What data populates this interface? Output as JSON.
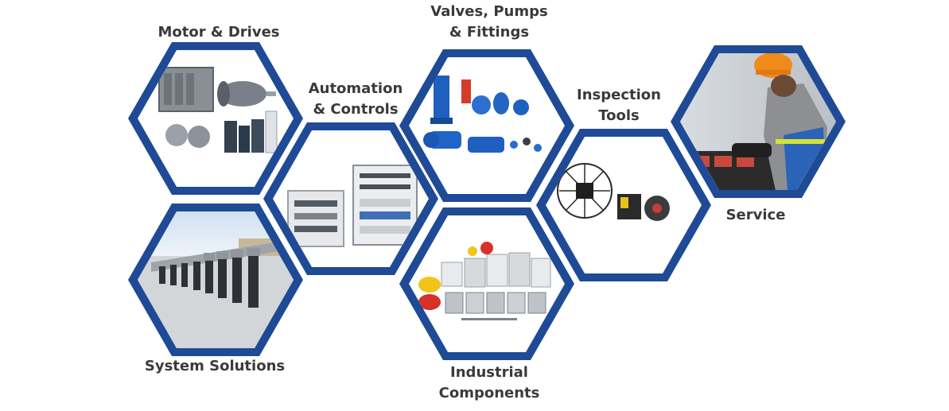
{
  "tiles": {
    "motor": {
      "line1": "Motor & Drives",
      "line2": ""
    },
    "auto": {
      "line1": "Automation",
      "line2": "& Controls"
    },
    "valves": {
      "line1": "Valves, Pumps",
      "line2": "& Fittings"
    },
    "inspect": {
      "line1": "Inspection",
      "line2": "Tools"
    },
    "service": {
      "line1": "Service",
      "line2": ""
    },
    "system": {
      "line1": "System Solutions",
      "line2": ""
    },
    "indus": {
      "line1": "Industrial",
      "line2": "Components"
    }
  },
  "colors": {
    "hex_border": "#1f4a96",
    "hex_thin_border": "#1f4a96",
    "label_text": "#3a3a3a",
    "background": "#ffffff"
  }
}
